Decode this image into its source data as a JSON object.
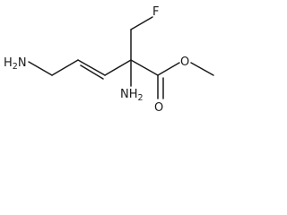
{
  "atoms": {
    "amine_left": {
      "main": "H",
      "sub": "2",
      "tail": "N"
    },
    "fluorine": {
      "main": "F"
    },
    "amine_center": {
      "main": "NH",
      "sub": "2"
    },
    "carbonyl_oxygen": {
      "main": "O"
    },
    "ester_oxygen": {
      "main": "O"
    }
  },
  "colors": {
    "bond": "#1a1a1a",
    "background": "#ffffff"
  }
}
